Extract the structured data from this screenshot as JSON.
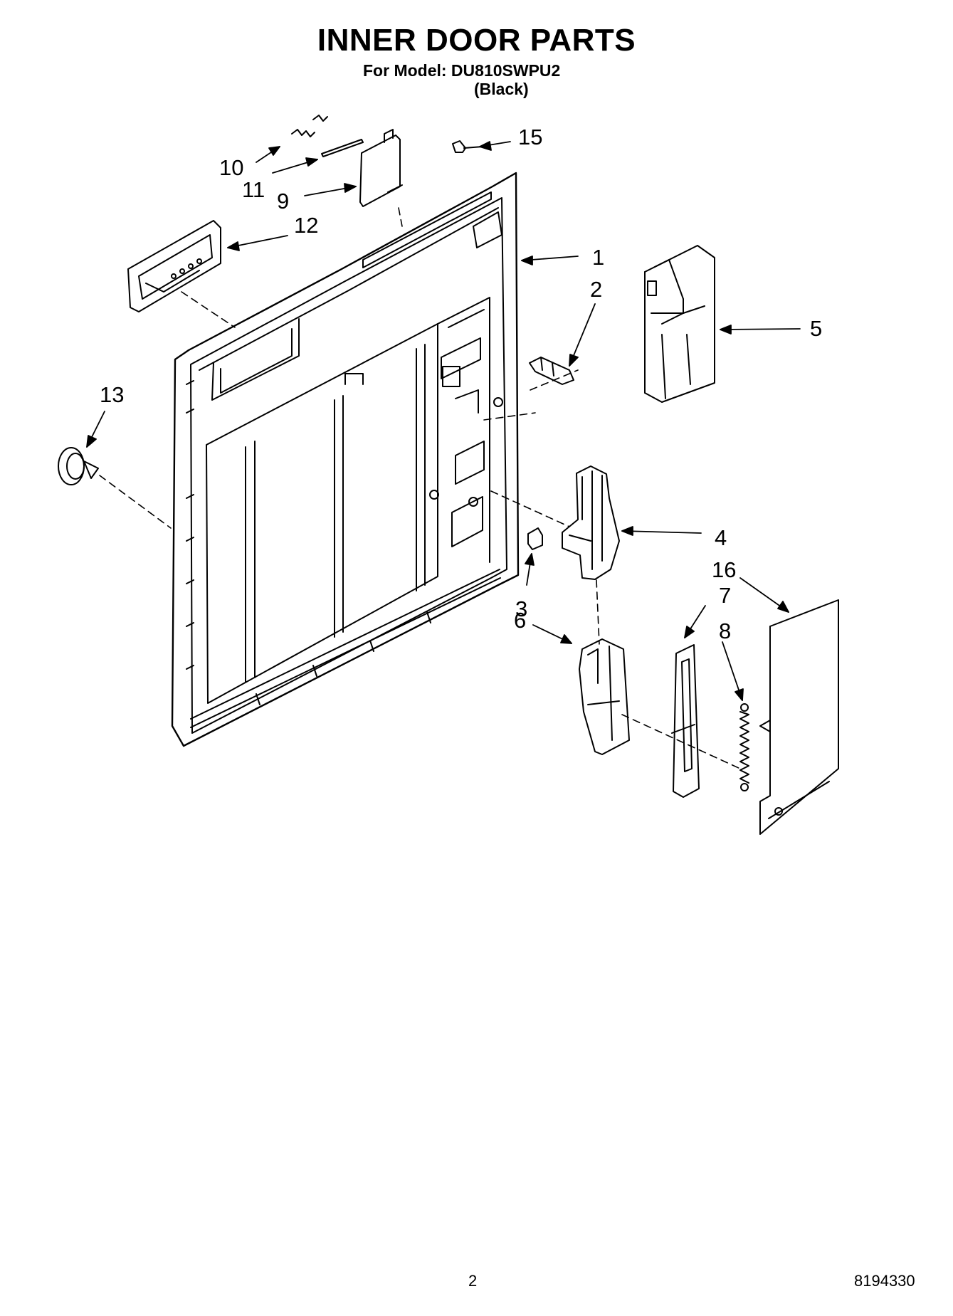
{
  "header": {
    "title": "INNER DOOR PARTS",
    "model_line": "For Model: DU810SWPU2",
    "color_line": "(Black)"
  },
  "callouts": [
    "1",
    "2",
    "3",
    "4",
    "5",
    "6",
    "7",
    "8",
    "9",
    "10",
    "11",
    "12",
    "13",
    "15",
    "16"
  ],
  "footer": {
    "page_number": "2",
    "document_number": "8194330"
  }
}
